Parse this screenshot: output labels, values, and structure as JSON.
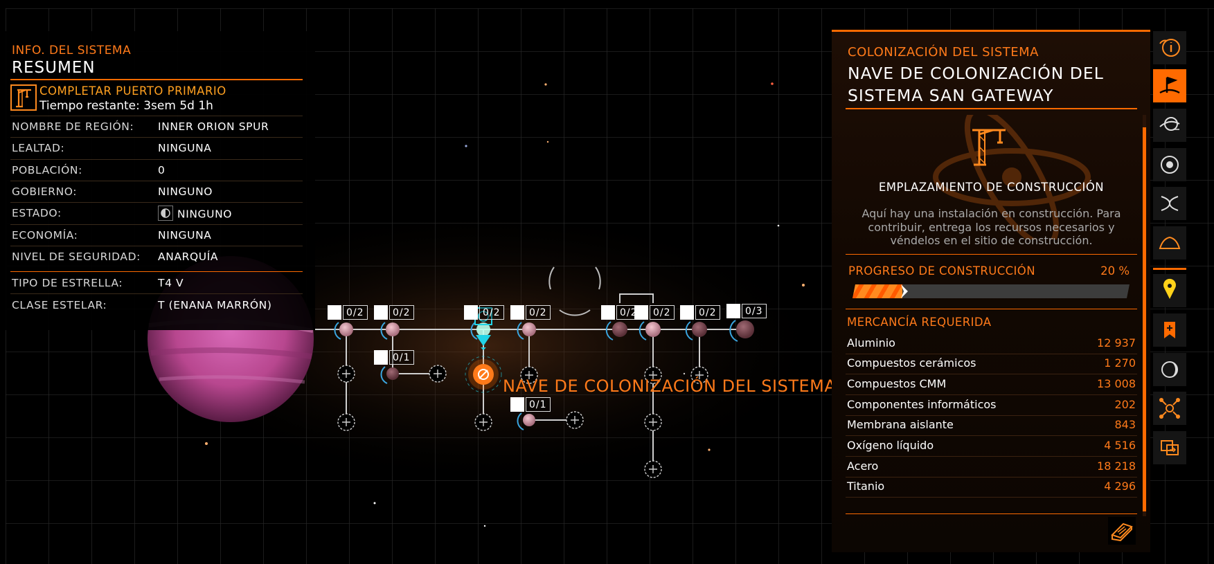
{
  "system_info": {
    "section_label": "INFO. DEL SISTEMA",
    "title": "RESUMEN",
    "objective": {
      "title": "COMPLETAR PUERTO PRIMARIO",
      "time_remaining": "Tiempo restante: 3sem 5d 1h",
      "icon": "crane-icon"
    },
    "rows": [
      {
        "label": "NOMBRE DE REGIÓN:",
        "value": "INNER ORION SPUR"
      },
      {
        "label": "LEALTAD:",
        "value": "NINGUNA"
      },
      {
        "label": "POBLACIÓN:",
        "value": "0"
      },
      {
        "label": "GOBIERNO:",
        "value": "NINGUNO"
      },
      {
        "label": "ESTADO:",
        "value": "NINGUNO"
      },
      {
        "label": "ECONOMÍA:",
        "value": "NINGUNA"
      },
      {
        "label": "NIVEL DE SEGURIDAD:",
        "value": "ANARQUÍA"
      },
      {
        "label": "TIPO DE ESTRELLA:",
        "value": "T4 V"
      },
      {
        "label": "CLASE ESTELAR:",
        "value": "T (ENANA MARRÓN)"
      }
    ]
  },
  "map": {
    "ship_label": "NAVE DE COLONIZACIÓN DEL SISTEMA S",
    "node_labels": [
      "0/2",
      "0/2",
      "0/1",
      "0/2",
      "0/2",
      "0/2",
      "0/2",
      "0/2",
      "0/3",
      "0/1"
    ],
    "accent": "#ff6a00",
    "highlight": "#22d3e6"
  },
  "colonization": {
    "section_label": "COLONIZACIÓN DEL SISTEMA",
    "title_line1": "NAVE DE COLONIZACIÓN DEL",
    "title_line2": "SISTEMA SAN GATEWAY",
    "site_title": "EMPLAZAMIENTO DE CONSTRUCCIÓN",
    "description": "Aquí hay una instalación en construcción. Para contribuir, entrega los recursos necesarios y véndelos en el sitio de construcción.",
    "progress_label": "PROGRESO DE CONSTRUCCIÓN",
    "progress_text": "20 %",
    "progress_fraction": 0.18,
    "commodities_label": "MERCANCÍA REQUERIDA",
    "commodities": [
      {
        "name": "Aluminio",
        "qty": "12 937"
      },
      {
        "name": "Compuestos cerámicos",
        "qty": "1 270"
      },
      {
        "name": "Compuestos CMM",
        "qty": "13 008"
      },
      {
        "name": "Componentes informáticos",
        "qty": "202"
      },
      {
        "name": "Membrana aislante",
        "qty": "843"
      },
      {
        "name": "Oxígeno líquido",
        "qty": "4 516"
      },
      {
        "name": "Acero",
        "qty": "18 218"
      },
      {
        "name": "Titanio",
        "qty": "4 296"
      }
    ]
  },
  "side_tabs": {
    "icons": [
      "system-info-icon",
      "colonization-flag-icon",
      "planet-scan-icon",
      "orbit-target-icon",
      "dna-icon",
      "signal-icon",
      "waypoint-icon",
      "bookmark-add-icon",
      "moon-icon",
      "network-icon",
      "transfer-icon"
    ],
    "count": "0"
  }
}
